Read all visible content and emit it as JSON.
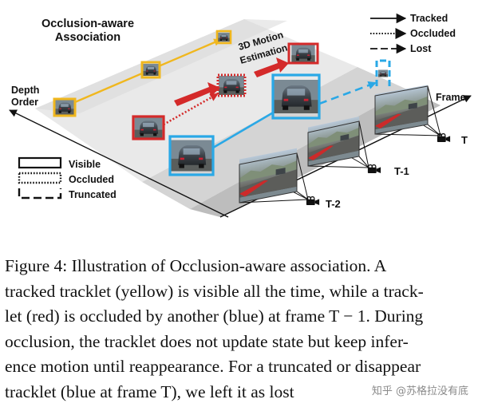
{
  "figure": {
    "title_line1": "Occlusion-aware",
    "title_line2": "Association",
    "estimation_line1": "3D Motion",
    "estimation_line2": "Estimation",
    "depth_line1": "Depth",
    "depth_line2": "Order",
    "frame_axis": "Frame",
    "legend_right": [
      "Tracked",
      "Occluded",
      "Lost"
    ],
    "legend_left": [
      "Visible",
      "Occluded",
      "Truncated"
    ],
    "camera_labels": [
      "T",
      "T-1",
      "T-2"
    ],
    "colors": {
      "yellow": "#f0b71e",
      "red": "#d42a2a",
      "blue": "#2aa8e6",
      "band_light": "#e6e6e6",
      "band_mid": "#cfcfcf",
      "band_dark": "#b5b5b5"
    },
    "icons": [
      "camera-icon",
      "car-thumbnail",
      "road-frame-thumbnail"
    ]
  },
  "caption": {
    "lines": [
      "Figure 4: Illustration of Occlusion-aware association.  A",
      "tracked tracklet (yellow) is visible all the time, while a track-",
      "let (red) is occluded by another (blue) at frame T − 1. During",
      "occlusion, the tracklet does not update state but keep infer-",
      "ence motion until reappearance. For a truncated or disappear",
      "tracklet (blue at frame T), we left it as lost"
    ]
  },
  "watermark": "知乎 @苏格拉没有底"
}
